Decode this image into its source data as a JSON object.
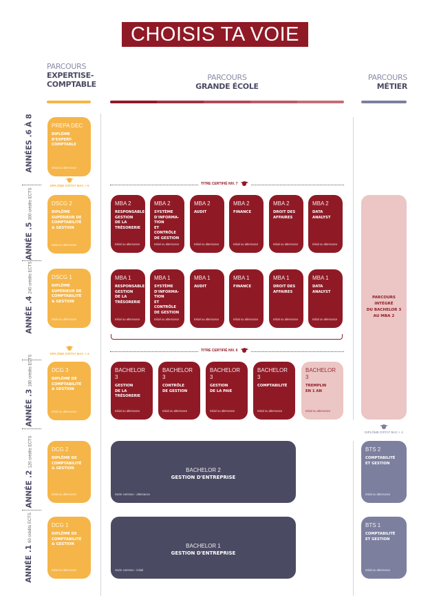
{
  "title": "CHOISIS TA VOIE",
  "colors": {
    "brand_red": "#8f1a26",
    "expertise_orange": "#f5b548",
    "integrated_pink": "#ebc6c4",
    "bachelor_navy": "#4b4a63",
    "metier_slate": "#7c7f9e"
  },
  "headers": {
    "expertise": {
      "line1": "PARCOURS",
      "line2": "EXPERTISE-",
      "line3": "COMPTABLE"
    },
    "grande_ecole": {
      "line1": "PARCOURS",
      "line2": "GRANDE ÉCOLE"
    },
    "metier": {
      "line1": "PARCOURS",
      "line2": "MÉTIER"
    }
  },
  "years": [
    {
      "label": "ANNÉES .6 À 8",
      "ects": ""
    },
    {
      "label": "ANNÉE .5",
      "ects": "300 crédits ECTS"
    },
    {
      "label": "ANNÉE .4",
      "ects": "240 crédits ECTS"
    },
    {
      "label": "ANNÉE .3",
      "ects": "180 crédits ECTS"
    },
    {
      "label": "ANNÉE .2",
      "ects": "120 crédits ECTS"
    },
    {
      "label": "ANNÉE .1",
      "ects": "60 crédits ECTS"
    }
  ],
  "expertise_boxes": [
    {
      "level": "PREPA DEC",
      "title": "DIPLÔME\nD'EXPERT-\nCOMPTABLE",
      "footer": "Initial ou alternance"
    },
    {
      "level": "DSCG 2",
      "title": "DIPLÔME\nSUPÉRIEUR DE\nCOMPTABILITÉ\n& GESTION",
      "footer": "Initial ou alternance"
    },
    {
      "level": "DSCG 1",
      "title": "DIPLÔME\nSUPÉRIEUR DE\nCOMPTABILITÉ\n& GESTION",
      "footer": "Initial ou alternance"
    },
    {
      "level": "DCG 3",
      "title": "DIPLÔME DE\nCOMPTABILITÉ\n& GESTION",
      "footer": "Initial ou alternance"
    },
    {
      "level": "DCG 2",
      "title": "DIPLÔME DE\nCOMPTABILITÉ\n& GESTION",
      "footer": "Initial ou alternance"
    },
    {
      "level": "DCG 1",
      "title": "DIPLÔME DE\nCOMPTABILITÉ\n& GESTION",
      "footer": "Initial ou alternance"
    }
  ],
  "diplomas": {
    "bac5": "DIPLÔME D'ÉTAT BAC + 5",
    "bac3": "DIPLÔME D'ÉTAT BAC + 3",
    "bac2": "DIPLÔME D'ÉTAT BAC + 2"
  },
  "titres": {
    "niv7": "TITRE CERTIFIÉ NIV. 7",
    "niv6": "TITRE CERTIFIÉ NIV. 6"
  },
  "mba2": [
    {
      "level": "MBA 2",
      "title": "RESPONSABLE\nGESTION\nDE LA\nTRÉSORERIE",
      "footer": "Initial ou alternance"
    },
    {
      "level": "MBA 2",
      "title": "SYSTÈME\nD'INFORMA-\nTION\nET CONTRÔLE\nDE GESTION",
      "footer": "Initial ou alternance"
    },
    {
      "level": "MBA 2",
      "title": "AUDIT",
      "footer": "Initial ou alternance"
    },
    {
      "level": "MBA 2",
      "title": "FINANCE",
      "footer": "Initial ou alternance"
    },
    {
      "level": "MBA 2",
      "title": "DROIT DES\nAFFAIRES",
      "footer": "Initial ou alternance"
    },
    {
      "level": "MBA 2",
      "title": "DATA ANALYST",
      "footer": "Initial ou alternance"
    }
  ],
  "mba1": [
    {
      "level": "MBA 1",
      "title": "RESPONSABLE\nGESTION\nDE LA\nTRÉSORERIE",
      "footer": "Initial ou alternance"
    },
    {
      "level": "MBA 1",
      "title": "SYSTÈME\nD'INFORMA-\nTION\nET CONTRÔLE\nDE GESTION",
      "footer": "Initial ou alternance"
    },
    {
      "level": "MBA 1",
      "title": "AUDIT",
      "footer": "Initial ou alternance"
    },
    {
      "level": "MBA 1",
      "title": "FINANCE",
      "footer": "Initial ou alternance"
    },
    {
      "level": "MBA 1",
      "title": "DROIT DES\nAFFAIRES",
      "footer": "Initial ou alternance"
    },
    {
      "level": "MBA 1",
      "title": "DATA ANALYST",
      "footer": "Initial ou alternance"
    }
  ],
  "bachelor3": [
    {
      "level": "BACHELOR 3",
      "title": "GESTION\nDE LA\nTRÉSORERIE",
      "footer": "Initial ou alternance"
    },
    {
      "level": "BACHELOR 3",
      "title": "CONTRÔLE\nDE GESTION",
      "footer": "Initial ou alternance"
    },
    {
      "level": "BACHELOR 3",
      "title": "GESTION\nDE LA PAIE",
      "footer": "Initial ou alternance"
    },
    {
      "level": "BACHELOR 3",
      "title": "COMPTABILITÉ",
      "footer": "Initial ou alternance"
    },
    {
      "level": "BACHELOR 3",
      "title": "TREMPLIN\nEN 1 AN",
      "footer": "Initial ou alternance"
    }
  ],
  "integrated": "PARCOURS\nINTÉGRÉ\nDU BACHELOR 3\nAU MBA 2",
  "bachelor2": {
    "level": "BACHELOR 2",
    "title": "GESTION D'ENTREPRISE",
    "footer": "Socle commun - alternance"
  },
  "bachelor1": {
    "level": "BACHELOR 1",
    "title": "GESTION D'ENTREPRISE",
    "footer": "Socle commun - initial"
  },
  "bts": [
    {
      "level": "BTS 2",
      "title": "COMPTABILITÉ\nET GESTION",
      "footer": "Initial ou alternance"
    },
    {
      "level": "BTS 1",
      "title": "COMPTABILITÉ\nET GESTION",
      "footer": "Initial ou alternance"
    }
  ]
}
